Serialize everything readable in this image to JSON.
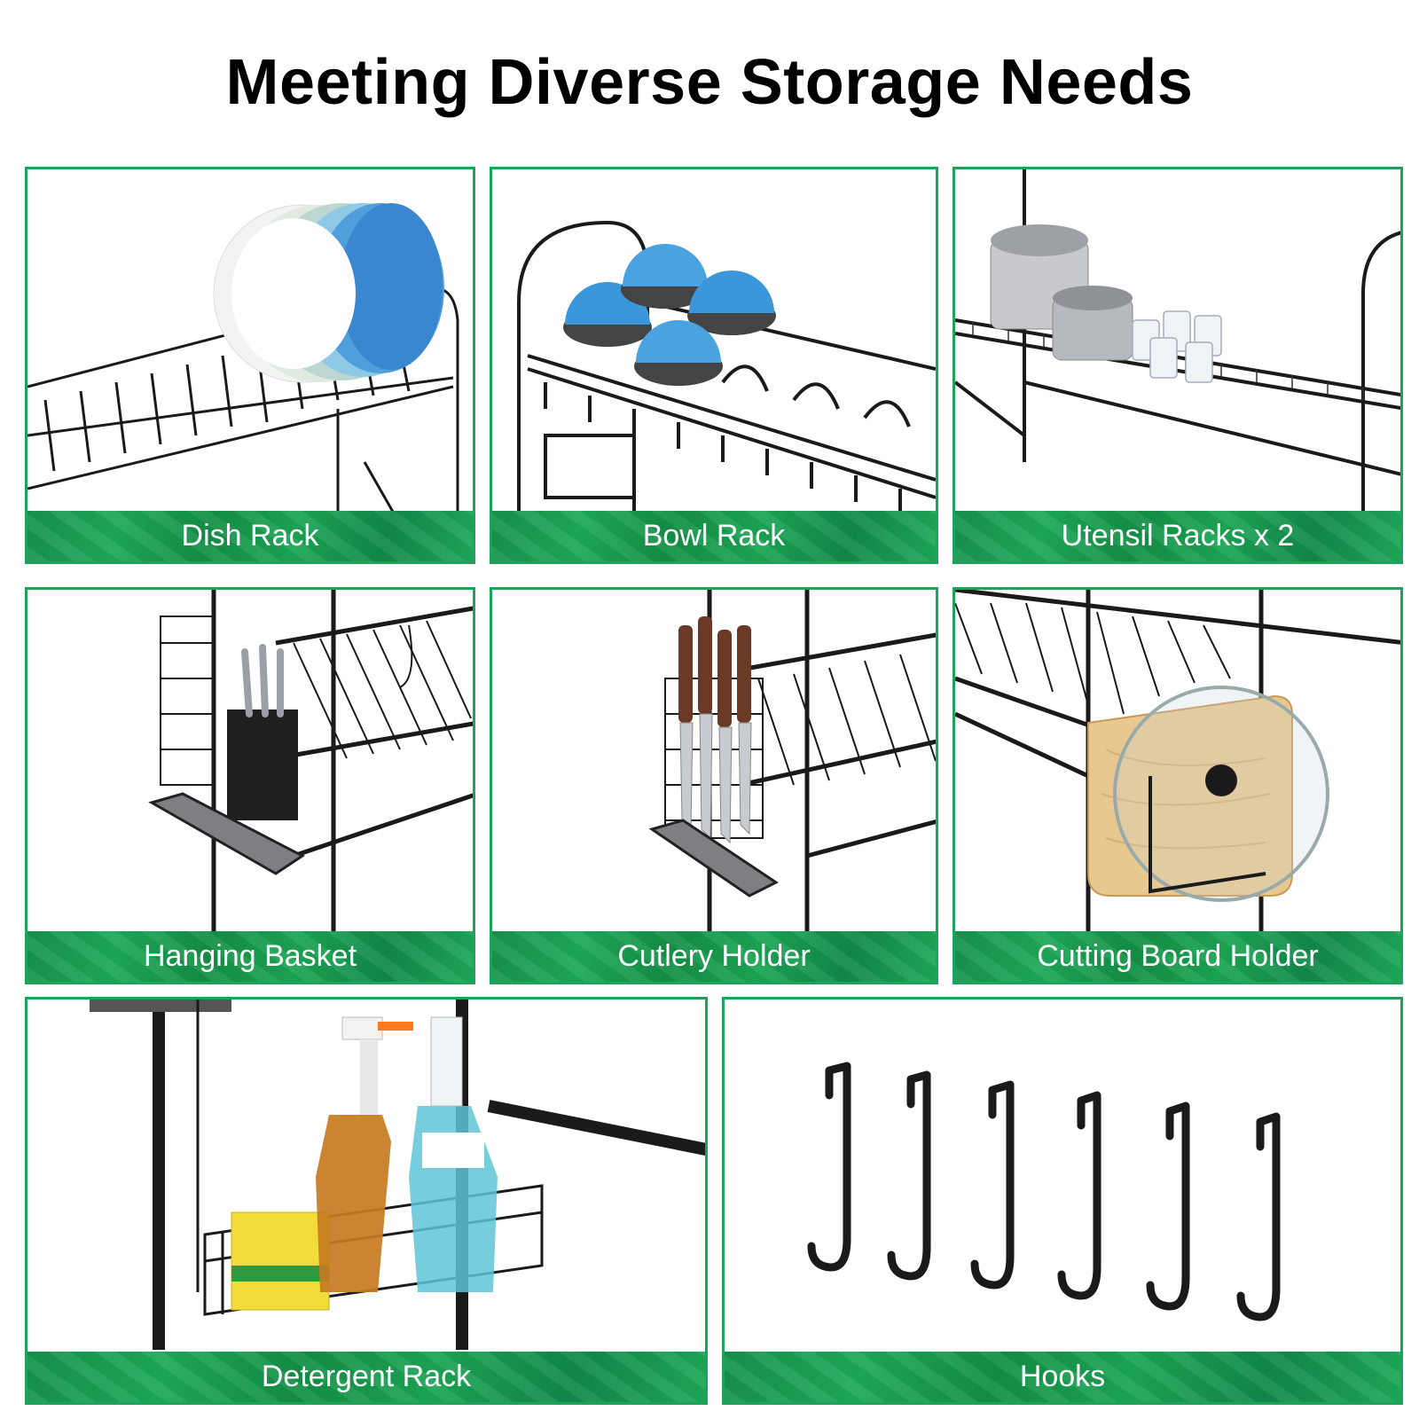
{
  "title": "Meeting Diverse Storage Needs",
  "accent_color": "#1fa35a",
  "panels": [
    {
      "label": "Dish Rack",
      "icon": "dish-rack-image"
    },
    {
      "label": "Bowl Rack",
      "icon": "bowl-rack-image"
    },
    {
      "label": "Utensil Racks x 2",
      "icon": "utensil-racks-image"
    },
    {
      "label": "Hanging Basket",
      "icon": "hanging-basket-image"
    },
    {
      "label": "Cutlery Holder",
      "icon": "cutlery-holder-image"
    },
    {
      "label": "Cutting Board Holder",
      "icon": "cutting-board-holder-image"
    },
    {
      "label": "Detergent Rack",
      "icon": "detergent-rack-image"
    },
    {
      "label": "Hooks",
      "icon": "hooks-image"
    }
  ]
}
